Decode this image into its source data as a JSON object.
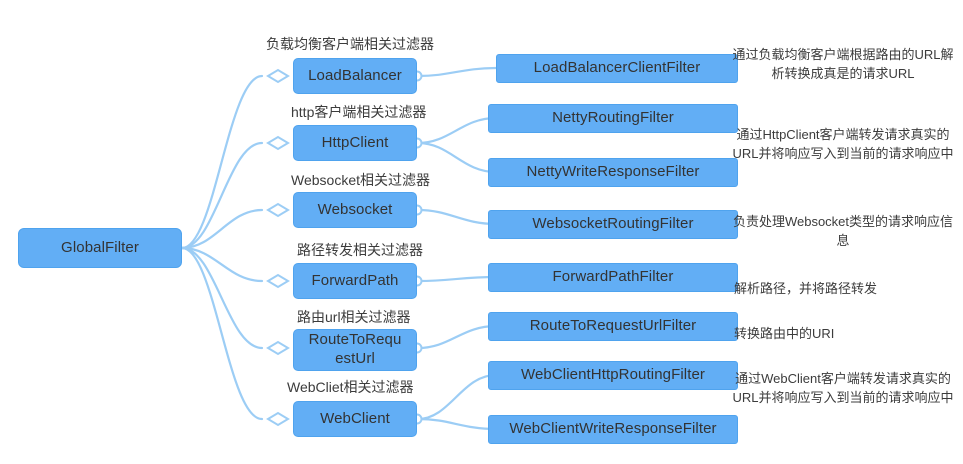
{
  "diagram": {
    "type": "mind-map",
    "root": {
      "label": "GlobalFilter"
    },
    "branches": [
      {
        "caption": "负载均衡客户端相关过滤器",
        "label": "LoadBalancer",
        "note": "通过负载均衡客户端根据路由的URL解析转换成真是的请求URL",
        "leaves": [
          {
            "label": "LoadBalancerClientFilter"
          }
        ]
      },
      {
        "caption": "http客户端相关过滤器",
        "label": "HttpClient",
        "note": "通过HttpClient客户端转发请求真实的URL并将响应写入到当前的请求响应中",
        "leaves": [
          {
            "label": "NettyRoutingFilter"
          },
          {
            "label": "NettyWriteResponseFilter"
          }
        ]
      },
      {
        "caption": "Websocket相关过滤器",
        "label": "Websocket",
        "note": "负责处理Websocket类型的请求响应信息",
        "leaves": [
          {
            "label": "WebsocketRoutingFilter"
          }
        ]
      },
      {
        "caption": "路径转发相关过滤器",
        "label": "ForwardPath",
        "note": "解析路径，并将路径转发",
        "leaves": [
          {
            "label": "ForwardPathFilter"
          }
        ]
      },
      {
        "caption": "路由url相关过滤器",
        "label": "RouteToRequestUrl",
        "note": "转换路由中的URI",
        "leaves": [
          {
            "label": "RouteToRequestUrlFilter"
          }
        ]
      },
      {
        "caption": "WebCliet相关过滤器",
        "label": "WebClient",
        "note": "通过WebClient客户端转发请求真实的URL并将响应写入到当前的请求响应中",
        "leaves": [
          {
            "label": "WebClientHttpRoutingFilter"
          },
          {
            "label": "WebClientWriteResponseFilter"
          }
        ]
      }
    ],
    "colors": {
      "node_fill": "#62AEF5",
      "node_border": "#4FA3EE",
      "link": "#9CCDF5",
      "text": "#333333",
      "background": "#FFFFFF"
    }
  }
}
